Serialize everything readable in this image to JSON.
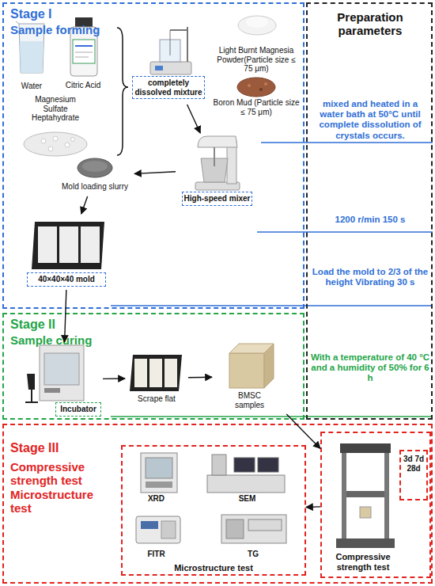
{
  "diagram": {
    "nodes": [
      {
        "text": [
          "Stage I",
          "Sample forming"
        ]
      },
      {
        "text": [
          "Preparation parameters",
          "mixed and heated in a water bath at 50°C until complete dissolution of crystals occurs.",
          "1200 r/min 150 s",
          "Load the mold to 2/3 of the height Vibrating 30 s",
          "With a temperature of 40 °C and a humidity of 50% for 6 h"
        ]
      },
      {
        "text": [
          "Water"
        ],
        "in": 0
      },
      {
        "text": [
          "Citric Acid"
        ],
        "in": 0
      },
      {
        "text": [
          "Magnesium Sulfate Heptahydrate"
        ],
        "in": 0
      },
      {
        "text": [
          "completely dissolved mixture"
        ],
        "in": 0
      },
      {
        "text": [
          "Light Burnt Magnesia Powder(Particle size ≤ 75 μm)"
        ],
        "in": 0
      },
      {
        "text": [
          "Boron Mud (Particle size ≤ 75 μm)"
        ],
        "in": 0
      },
      {
        "text": [
          "High-speed mixer"
        ],
        "in": 0
      },
      {
        "text": [
          "Mold loading slurry"
        ],
        "in": 0
      },
      {
        "text": [
          "40×40×40 mold"
        ],
        "in": 0
      },
      {
        "text": [
          "Stage II",
          "Sample curing"
        ]
      },
      {
        "text": [
          "Incubator"
        ],
        "in": 11
      },
      {
        "text": [
          "Scrape flat"
        ],
        "in": 11
      },
      {
        "text": [
          "BMSC samples"
        ],
        "in": 11
      },
      {
        "text": [
          "Stage III",
          "Compressive strength test Microstructure test"
        ]
      },
      {
        "text": [
          "Microstructure test"
        ],
        "in": 15
      },
      {
        "text": [
          "XRD"
        ],
        "in": 16
      },
      {
        "text": [
          "SEM"
        ],
        "in": 16
      },
      {
        "text": [
          "FITR"
        ],
        "in": 16
      },
      {
        "text": [
          "TG"
        ],
        "in": 16
      },
      {
        "text": [
          "Compressive strength test"
        ],
        "in": 15
      },
      {
        "text": [
          "3d 7d 28d"
        ],
        "in": 21
      }
    ],
    "edges": [
      {
        "from": 5,
        "to": 8,
        "arrow": "to"
      },
      {
        "from": 8,
        "to": 9,
        "arrow": "to"
      },
      {
        "from": 9,
        "to": 10,
        "arrow": "to"
      },
      {
        "from": 10,
        "to": 12,
        "arrow": "to"
      },
      {
        "from": 12,
        "to": 13,
        "arrow": "to"
      },
      {
        "from": 13,
        "to": 14,
        "arrow": "to"
      },
      {
        "from": 14,
        "to": 21,
        "arrow": "to"
      },
      {
        "from": 21,
        "to": 16,
        "arrow": "to"
      }
    ]
  }
}
